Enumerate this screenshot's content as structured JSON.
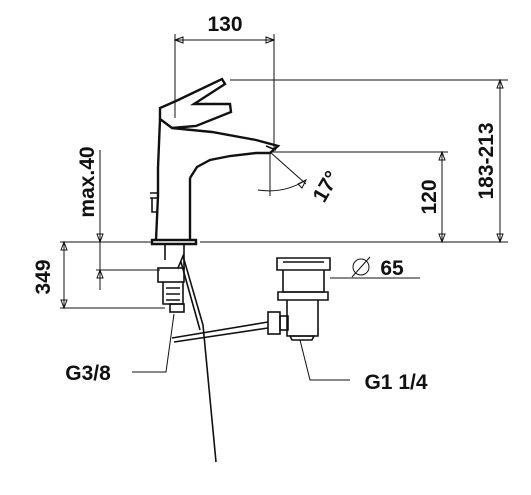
{
  "drawing": {
    "colors": {
      "line": "#111111",
      "background": "#ffffff"
    },
    "dimensions": {
      "top_width": "130",
      "spout_reach_angle": "17°",
      "spout_height": "120",
      "total_height": "183-213",
      "left_max": "max.40",
      "left_drop": "349",
      "waste_diameter_symbol": "⌀",
      "waste_diameter": "65",
      "supply_thread": "G3/8",
      "waste_thread": "G1 1/4"
    }
  }
}
